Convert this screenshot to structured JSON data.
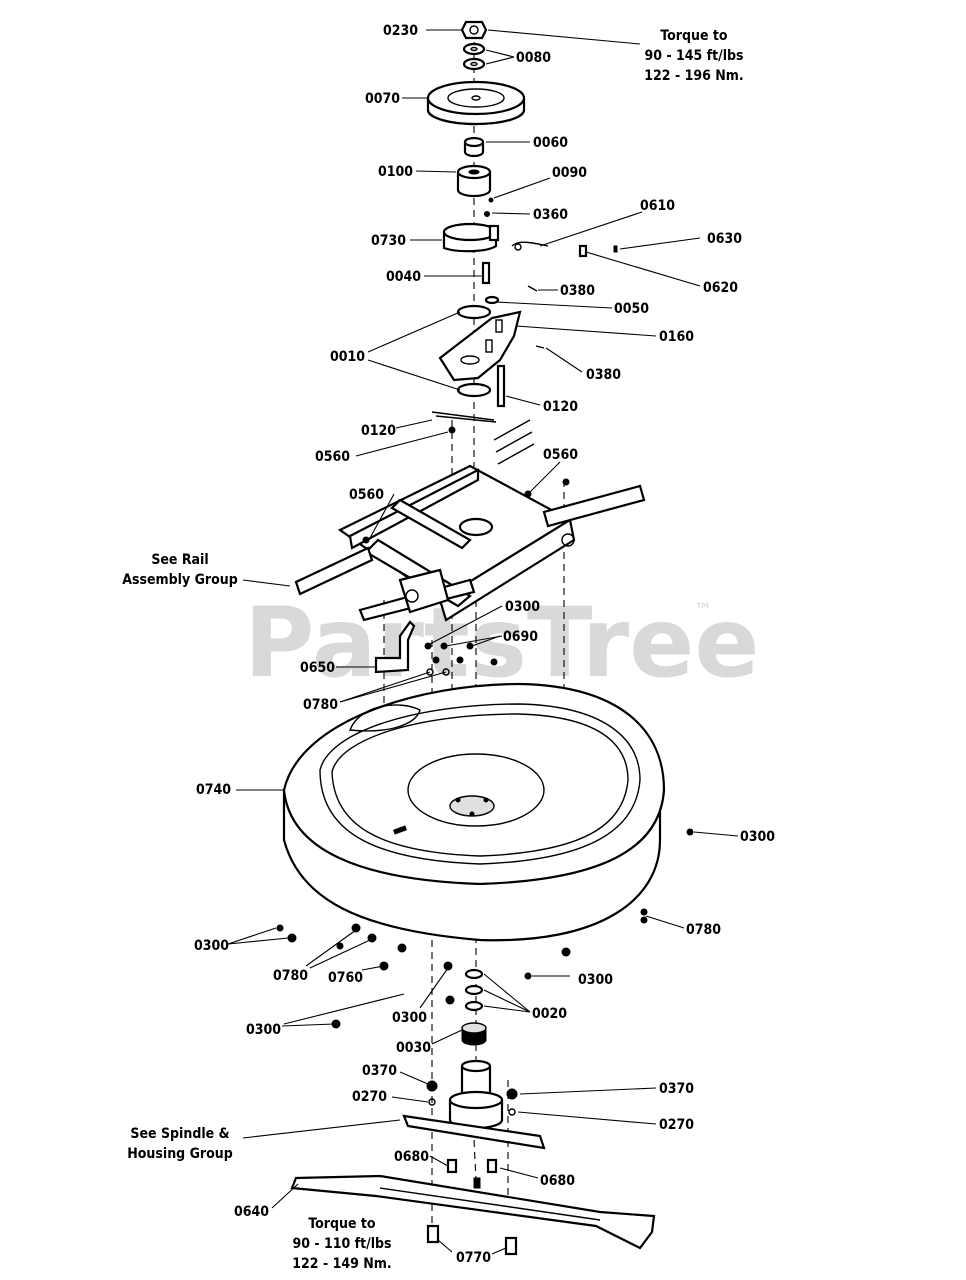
{
  "watermark": {
    "text": "PartsTree",
    "mark": "™"
  },
  "notes": {
    "torque_top": [
      "Torque to",
      "90 - 145 ft/lbs",
      "122 - 196 Nm."
    ],
    "torque_bottom": [
      "Torque to",
      "90 - 110 ft/lbs",
      "122 - 149 Nm."
    ],
    "rail": [
      "See Rail",
      "Assembly Group"
    ],
    "spindle": [
      "See Spindle &",
      "Housing Group"
    ]
  },
  "labels": [
    "0230",
    "0080",
    "0070",
    "0060",
    "0100",
    "0090",
    "0360",
    "0610",
    "0730",
    "0630",
    "0620",
    "0040",
    "0380",
    "0050",
    "0160",
    "0010",
    "0380",
    "0120",
    "0120",
    "0560",
    "0560",
    "0560",
    "0300",
    "0690",
    "0650",
    "0780",
    "0740",
    "0300",
    "0780",
    "0300",
    "0780",
    "0760",
    "0300",
    "0300",
    "0020",
    "0300",
    "0030",
    "0370",
    "0370",
    "0270",
    "0270",
    "0680",
    "0680",
    "0640",
    "0770"
  ]
}
